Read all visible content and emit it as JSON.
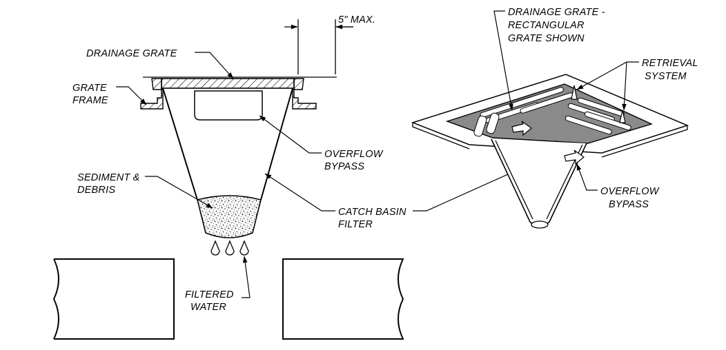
{
  "labels": {
    "dim_max": "5\" MAX.",
    "drainage_grate": "DRAINAGE GRATE",
    "grate_frame_1": "GRATE",
    "grate_frame_2": "FRAME",
    "overflow_bypass_1": "OVERFLOW",
    "overflow_bypass_2": "BYPASS",
    "sediment_1": "SEDIMENT &",
    "sediment_2": "DEBRIS",
    "catch_basin_1": "CATCH BASIN",
    "catch_basin_2": "FILTER",
    "filtered_1": "FILTERED",
    "filtered_2": "WATER",
    "drainage_rect_1": "DRAINAGE GRATE -",
    "drainage_rect_2": "RECTANGULAR",
    "drainage_rect_3": "GRATE SHOWN",
    "retrieval_1": "RETRIEVAL",
    "retrieval_2": "SYSTEM",
    "overflow2_1": "OVERFLOW",
    "overflow2_2": "BYPASS"
  },
  "colors": {
    "ink": "#000000",
    "grate_fill": "#8a8a8a",
    "grate_dark": "#5a5a5a",
    "plate_fill": "#ffffff"
  }
}
